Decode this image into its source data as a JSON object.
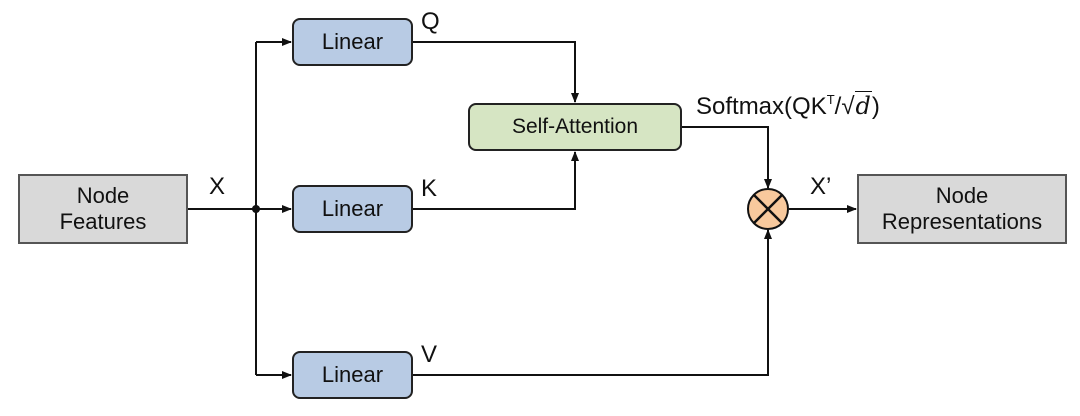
{
  "nodes": {
    "input": {
      "lines": [
        "Node",
        "Features"
      ]
    },
    "linear_q": "Linear",
    "linear_k": "Linear",
    "linear_v": "Linear",
    "attention": "Self-Attention",
    "output": {
      "lines": [
        "Node",
        "Representations"
      ]
    }
  },
  "edge_labels": {
    "x": "X",
    "q": "Q",
    "k": "K",
    "v": "V",
    "x_prime": "X’",
    "softmax_prefix": "Softmax(QK",
    "softmax_sup": "T",
    "softmax_slash": "/",
    "softmax_radicand": "d",
    "softmax_close": ")"
  },
  "operator": {
    "symbol": "multiply",
    "fill": "#f8c99d"
  },
  "colors": {
    "linear": "#b8cbe4",
    "attention": "#d6e5c3",
    "io": "#d9d9d9"
  }
}
